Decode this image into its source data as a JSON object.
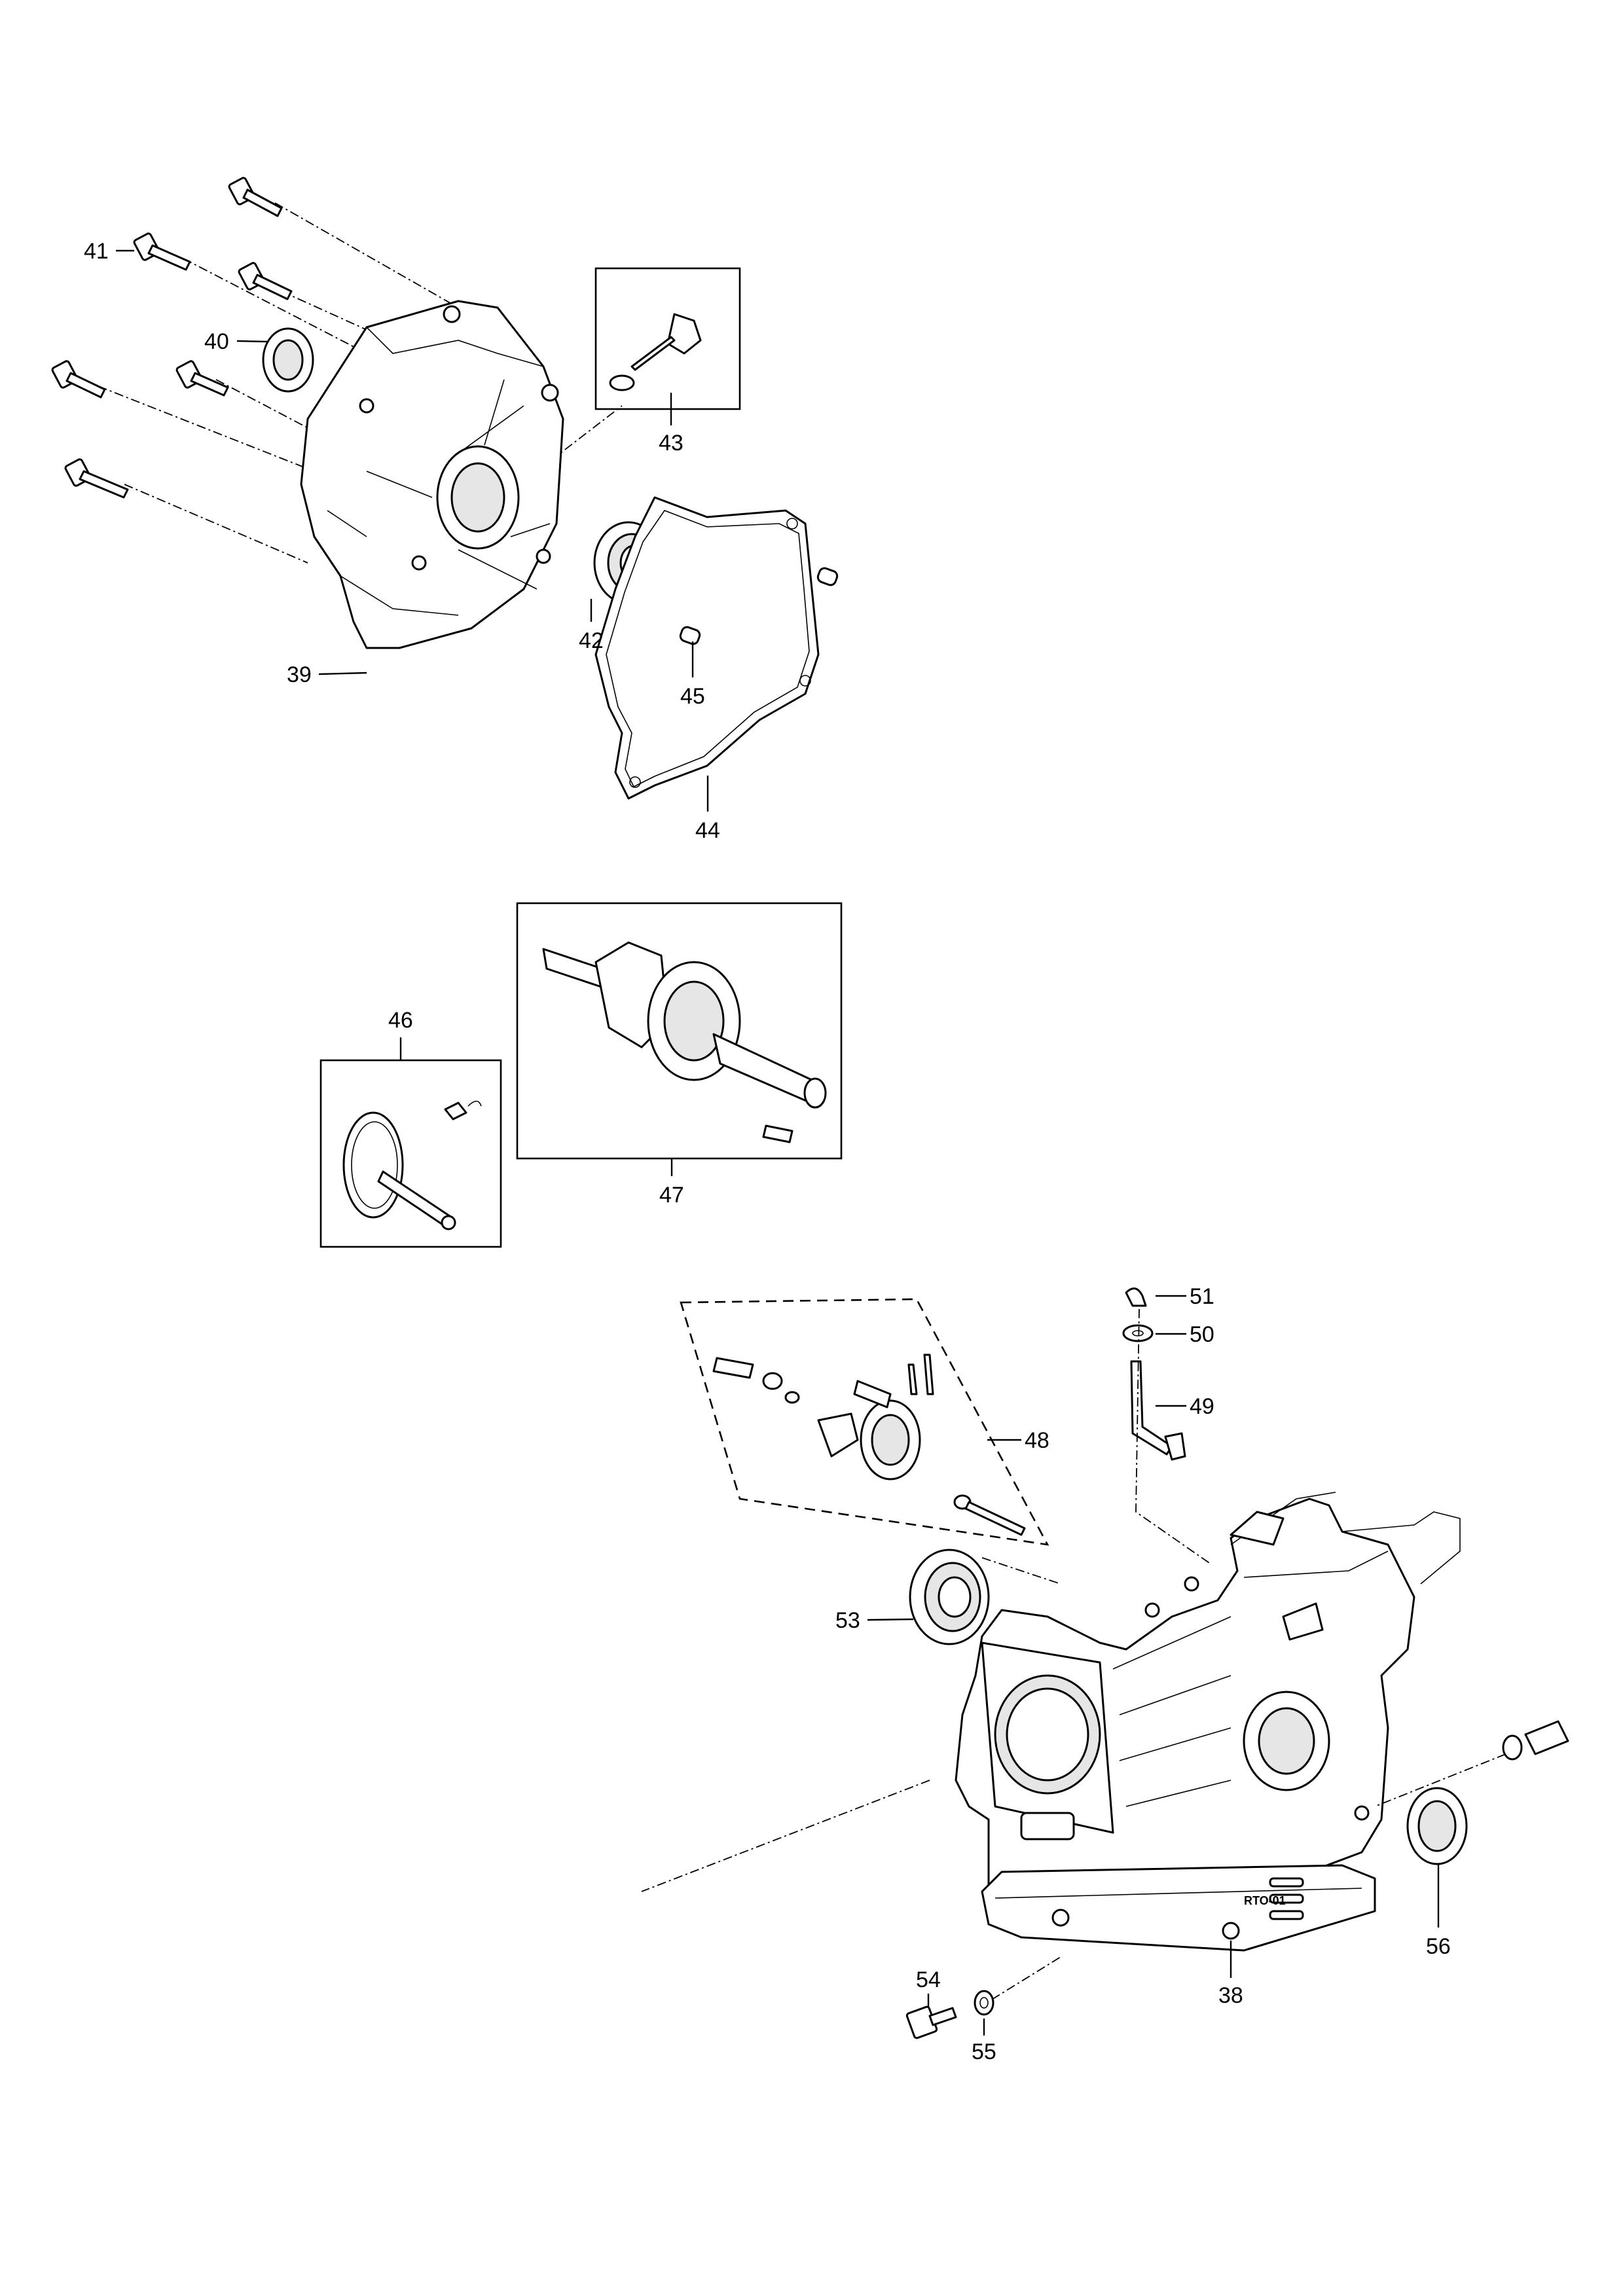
{
  "diagram": {
    "callouts": [
      {
        "id": "c39",
        "number": "39"
      },
      {
        "id": "c40",
        "number": "40"
      },
      {
        "id": "c41",
        "number": "41"
      },
      {
        "id": "c42",
        "number": "42"
      },
      {
        "id": "c43",
        "number": "43"
      },
      {
        "id": "c44",
        "number": "44"
      },
      {
        "id": "c45",
        "number": "45"
      },
      {
        "id": "c46",
        "number": "46"
      },
      {
        "id": "c47",
        "number": "47"
      },
      {
        "id": "c48",
        "number": "48"
      },
      {
        "id": "c49",
        "number": "49"
      },
      {
        "id": "c50",
        "number": "50"
      },
      {
        "id": "c51",
        "number": "51"
      },
      {
        "id": "c53",
        "number": "53"
      },
      {
        "id": "c54",
        "number": "54"
      },
      {
        "id": "c55",
        "number": "55"
      },
      {
        "id": "c56",
        "number": "56"
      },
      {
        "id": "c38",
        "number": "38"
      }
    ],
    "casting_mark": "RTO-01"
  }
}
